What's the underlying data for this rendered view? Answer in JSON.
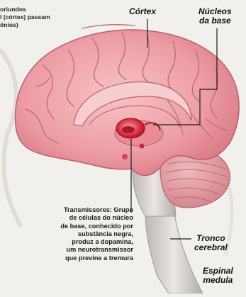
{
  "labels": {
    "cortex": "Córtex",
    "nucleos_line1": "Núcleos",
    "nucleos_line2": "da base",
    "tronco_line1": "Tronco",
    "tronco_line2": "cerebral",
    "espinal_line1": "Espinal",
    "espinal_line2": "medula"
  },
  "intro_text": {
    "line1": "oriundos",
    "line2": "l (córtex) passam",
    "line3": "ônios)"
  },
  "caption": {
    "term": "Transmissores:",
    "line1_rest": " Grupo",
    "line2": "de células do núcleo",
    "line3": "de base, conhecido por",
    "line4": "substância negra,",
    "line5": "produz a dopamina,",
    "line6": "um neurotransmissor",
    "line7": "que previne a tremura"
  },
  "colors": {
    "cortex_pink": "#ec9fa8",
    "cortex_shade": "#d77d87",
    "cerebellum": "#e7a4aa",
    "brainstem": "#d8d5d3",
    "nucleus_red": "#d8283a",
    "leader_lines": "#1c1c1c"
  }
}
